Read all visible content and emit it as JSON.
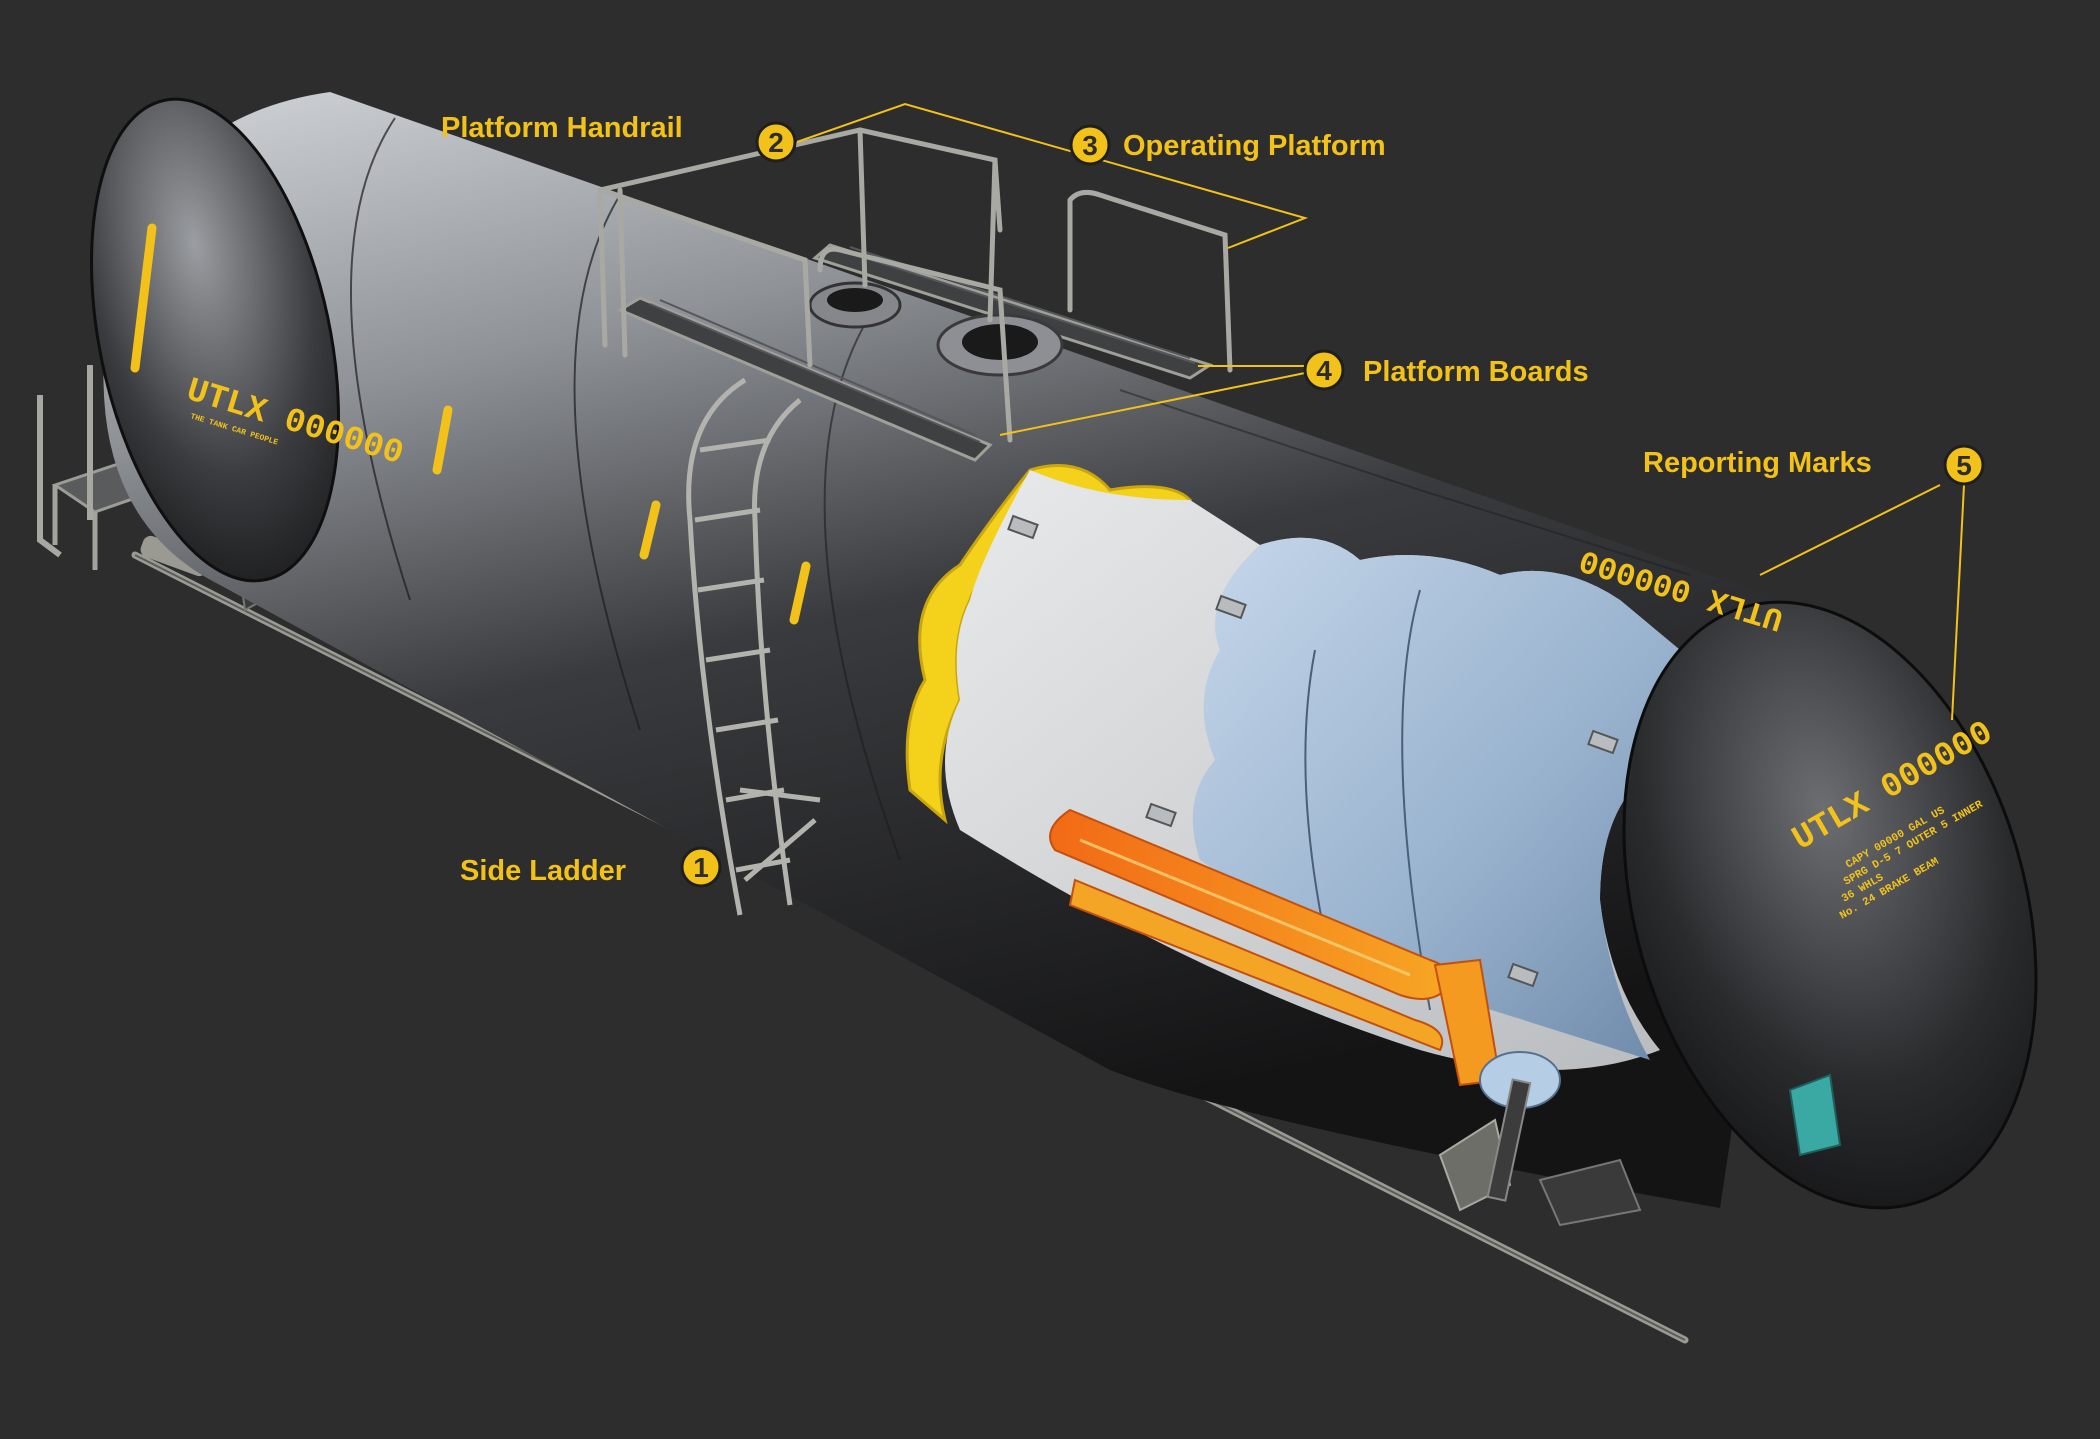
{
  "colors": {
    "background": "#2d2d2d",
    "accent": "#f2c21b",
    "tank_dark": "#1c1c1d",
    "tank_light": "#c9ccd0",
    "jacket_yellow": "#f4d21c",
    "insulation_white": "#d8dadc",
    "inner_blue": "#a7c0da",
    "coil_orange": "#f08a1c"
  },
  "callouts": [
    {
      "number": "1",
      "label": "Side Ladder"
    },
    {
      "number": "2",
      "label": "Platform Handrail"
    },
    {
      "number": "3",
      "label": "Operating Platform"
    },
    {
      "number": "4",
      "label": "Platform Boards"
    },
    {
      "number": "5",
      "label": "Reporting Marks"
    }
  ],
  "markings": {
    "side_reporting_mark": "UTLX 000000",
    "tagline": "THE TANK CAR PEOPLE",
    "top_reporting_mark": "UTLX 000000",
    "end_reporting_mark": "UTLX 000000",
    "end_stencil": [
      "CAPY 00000 GAL US",
      "SPRG D-5 7 OUTER 5 INNER",
      "36 WHLS",
      "No. 24 BRAKE BEAM"
    ]
  },
  "icons": {
    "callout_badge": "numbered-circle-icon"
  }
}
